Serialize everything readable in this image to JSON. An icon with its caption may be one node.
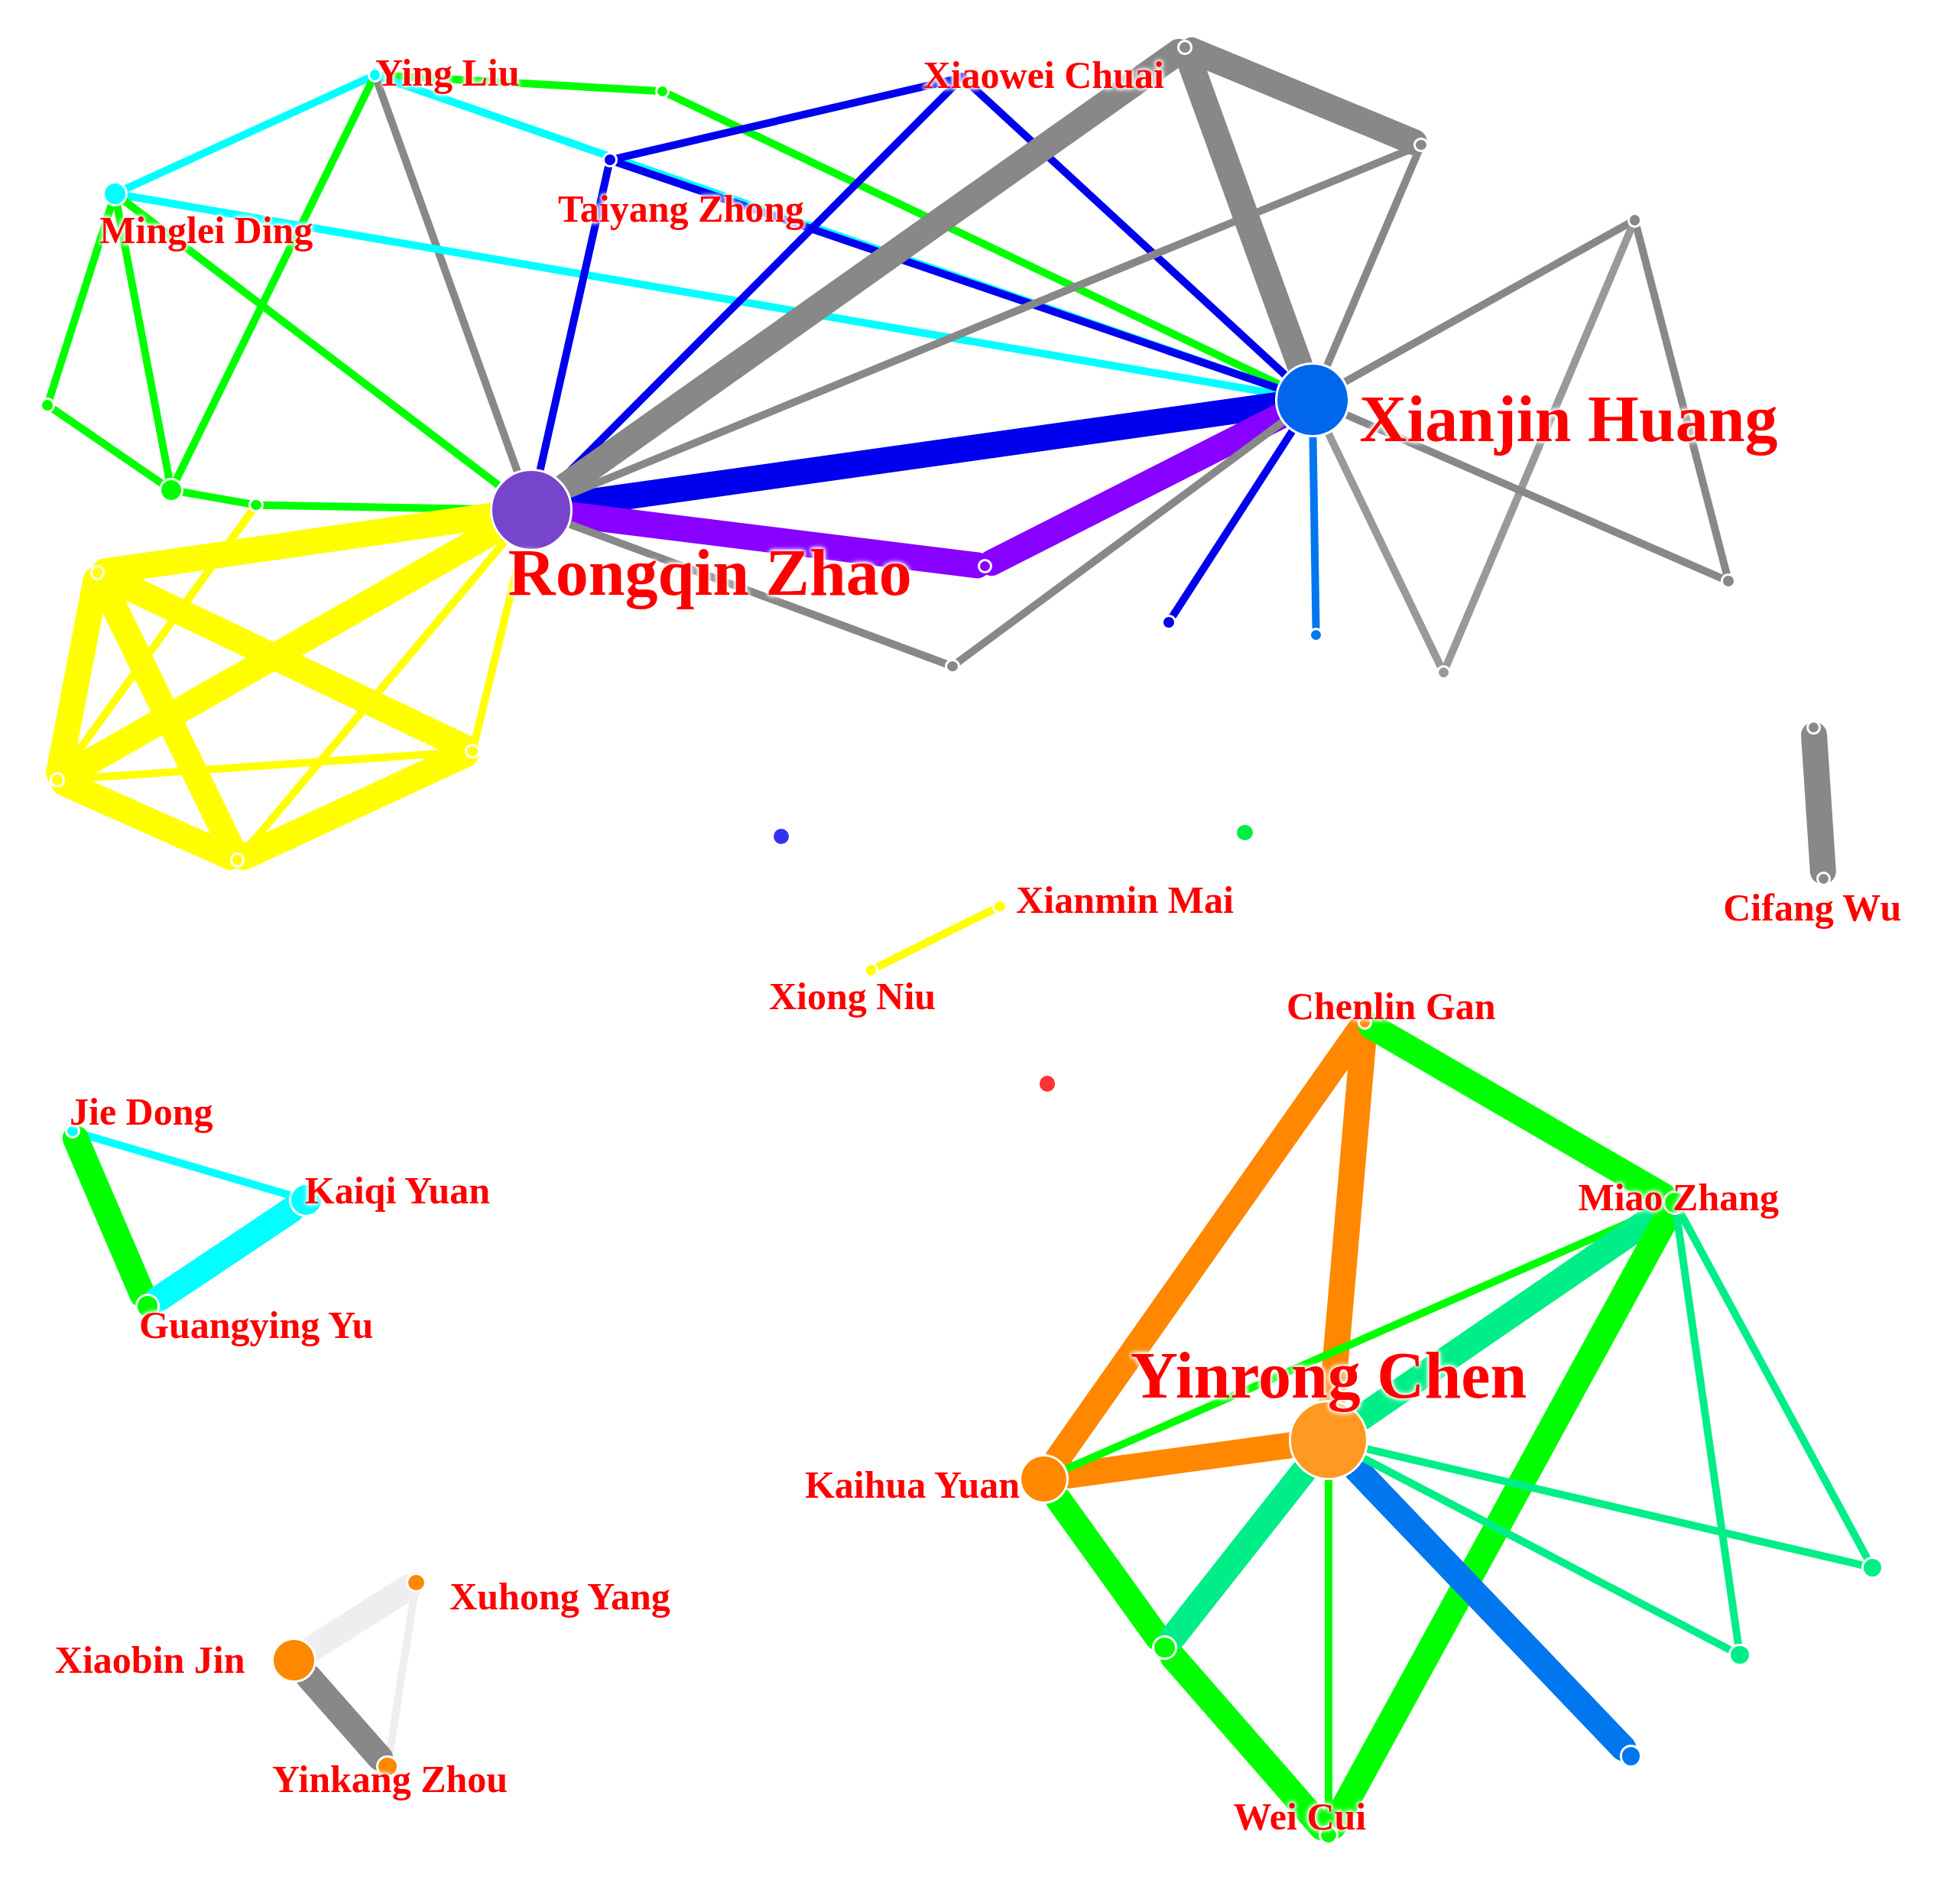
{
  "diagram": {
    "nodes": [
      {
        "text": [
          "Ying Liu"
        ]
      },
      {
        "text": [],
        "shape": "circle"
      },
      {
        "text": [
          "Xiaowei Chuai"
        ]
      },
      {
        "text": [],
        "shape": "circle"
      },
      {
        "text": [],
        "shape": "circle"
      },
      {
        "text": [
          "Taiyang Zhong"
        ]
      },
      {
        "text": [
          "Minglei Ding"
        ]
      },
      {
        "text": [],
        "shape": "circle"
      },
      {
        "text": [],
        "shape": "circle"
      },
      {
        "text": [
          "Xianjin Huang"
        ]
      },
      {
        "text": [],
        "shape": "circle"
      },
      {
        "text": [],
        "shape": "circle"
      },
      {
        "text": [
          "Rongqin Zhao"
        ]
      },
      {
        "text": [],
        "shape": "circle"
      },
      {
        "text": [],
        "shape": "circle"
      },
      {
        "text": [],
        "shape": "circle"
      },
      {
        "text": [],
        "shape": "circle"
      },
      {
        "text": [],
        "shape": "circle"
      },
      {
        "text": [],
        "shape": "circle"
      },
      {
        "text": [],
        "shape": "circle"
      },
      {
        "text": [],
        "shape": "circle"
      },
      {
        "text": [],
        "shape": "circle"
      },
      {
        "text": [],
        "shape": "circle"
      },
      {
        "text": [],
        "shape": "circle"
      },
      {
        "text": [],
        "shape": "circle"
      },
      {
        "text": [],
        "shape": "circle"
      },
      {
        "text": [
          "Cifang Wu"
        ]
      },
      {
        "text": [
          "Xianmin Mai"
        ]
      },
      {
        "text": [
          "Xiong Niu"
        ]
      },
      {
        "text": [
          "Chenlin Gan"
        ]
      },
      {
        "text": [],
        "shape": "circle"
      },
      {
        "text": [
          "Jie Dong"
        ]
      },
      {
        "text": [
          "Kaiqi Yuan"
        ]
      },
      {
        "text": [
          "Miao Zhang"
        ]
      },
      {
        "text": [
          "Guangying Yu"
        ]
      },
      {
        "text": [
          "Yinrong Chen"
        ]
      },
      {
        "text": [
          "Kaihua Yuan"
        ]
      },
      {
        "text": [
          "Xuhong Yang"
        ]
      },
      {
        "text": [],
        "shape": "circle"
      },
      {
        "text": [],
        "shape": "circle"
      },
      {
        "text": [],
        "shape": "circle"
      },
      {
        "text": [
          "Xiaobin Jin"
        ]
      },
      {
        "text": [],
        "shape": "circle"
      },
      {
        "text": [
          "Yinkang Zhou"
        ]
      },
      {
        "text": [
          "Wei Cui"
        ]
      }
    ],
    "edges": [
      {
        "from": 0,
        "to": 6,
        "arrow": "none",
        "color": "#00ffff"
      },
      {
        "from": 0,
        "to": 1,
        "arrow": "none",
        "color": "#00ff00"
      },
      {
        "from": 1,
        "to": 9,
        "arrow": "none",
        "color": "#00ff00"
      },
      {
        "from": 0,
        "to": 9,
        "arrow": "none",
        "color": "#00ffff"
      },
      {
        "from": 0,
        "to": 12,
        "arrow": "none",
        "color": "#888888"
      },
      {
        "from": 0,
        "to": 10,
        "arrow": "none",
        "color": "#00ff00"
      },
      {
        "from": 6,
        "to": 9,
        "arrow": "none",
        "color": "#00ffff"
      },
      {
        "from": 6,
        "to": 8,
        "arrow": "none",
        "color": "#00ff00"
      },
      {
        "from": 6,
        "to": 10,
        "arrow": "none",
        "color": "#00ff00"
      },
      {
        "from": 6,
        "to": 12,
        "arrow": "none",
        "color": "#00ff00"
      },
      {
        "from": 8,
        "to": 10,
        "arrow": "none",
        "color": "#00ff00"
      },
      {
        "from": 10,
        "to": 11,
        "arrow": "none",
        "color": "#00ff00"
      },
      {
        "from": 11,
        "to": 12,
        "arrow": "none",
        "color": "#00ff00"
      },
      {
        "from": 5,
        "to": 2,
        "arrow": "none",
        "color": "#0000ee"
      },
      {
        "from": 5,
        "to": 12,
        "arrow": "none",
        "color": "#0000ee"
      },
      {
        "from": 5,
        "to": 9,
        "arrow": "none",
        "color": "#0000ee"
      },
      {
        "from": 2,
        "to": 12,
        "arrow": "none",
        "color": "#0000ee"
      },
      {
        "from": 2,
        "to": 9,
        "arrow": "none",
        "color": "#0000ee"
      },
      {
        "from": 12,
        "to": 9,
        "arrow": "none",
        "style": "thick",
        "color": "#0000ee"
      },
      {
        "from": 12,
        "to": 3,
        "arrow": "none",
        "style": "thick",
        "color": "#888888"
      },
      {
        "from": 12,
        "to": 4,
        "arrow": "none",
        "color": "#888888"
      },
      {
        "from": 12,
        "to": 13,
        "arrow": "none",
        "style": "thick",
        "color": "#8800ff"
      },
      {
        "from": 13,
        "to": 9,
        "arrow": "none",
        "style": "thick",
        "color": "#8800ff"
      },
      {
        "from": 12,
        "to": 18,
        "arrow": "none",
        "color": "#888888"
      },
      {
        "from": 18,
        "to": 9,
        "arrow": "none",
        "color": "#888888"
      },
      {
        "from": 3,
        "to": 9,
        "arrow": "none",
        "style": "thick",
        "color": "#888888"
      },
      {
        "from": 3,
        "to": 4,
        "arrow": "none",
        "style": "thick",
        "color": "#888888"
      },
      {
        "from": 4,
        "to": 9,
        "arrow": "none",
        "color": "#888888"
      },
      {
        "from": 9,
        "to": 7,
        "arrow": "none",
        "color": "#888888"
      },
      {
        "from": 7,
        "to": 15,
        "arrow": "none",
        "color": "#888888"
      },
      {
        "from": 7,
        "to": 19,
        "arrow": "none",
        "color": "#999999"
      },
      {
        "from": 9,
        "to": 15,
        "arrow": "none",
        "color": "#888888"
      },
      {
        "from": 9,
        "to": 19,
        "arrow": "none",
        "color": "#999999"
      },
      {
        "from": 9,
        "to": 16,
        "arrow": "none",
        "color": "#0000ee"
      },
      {
        "from": 9,
        "to": 17,
        "arrow": "none",
        "color": "#0077ee"
      },
      {
        "from": 12,
        "to": 14,
        "arrow": "none",
        "style": "thick",
        "color": "#ffff00"
      },
      {
        "from": 12,
        "to": 20,
        "arrow": "none",
        "color": "#ffff00"
      },
      {
        "from": 12,
        "to": 21,
        "arrow": "none",
        "style": "thick",
        "color": "#ffff00"
      },
      {
        "from": 12,
        "to": 22,
        "arrow": "none",
        "color": "#ffff00"
      },
      {
        "from": 11,
        "to": 21,
        "arrow": "none",
        "color": "#ffff00"
      },
      {
        "from": 14,
        "to": 20,
        "arrow": "none",
        "style": "thick",
        "color": "#ffff00"
      },
      {
        "from": 14,
        "to": 21,
        "arrow": "none",
        "style": "thick",
        "color": "#ffff00"
      },
      {
        "from": 14,
        "to": 22,
        "arrow": "none",
        "style": "thick",
        "color": "#ffff00"
      },
      {
        "from": 20,
        "to": 21,
        "arrow": "none",
        "color": "#ffff00"
      },
      {
        "from": 20,
        "to": 22,
        "arrow": "none",
        "style": "thick",
        "color": "#ffff00"
      },
      {
        "from": 21,
        "to": 22,
        "arrow": "none",
        "style": "thick",
        "color": "#ffff00"
      },
      {
        "from": 23,
        "to": 26,
        "arrow": "none",
        "style": "thick",
        "color": "#888888"
      },
      {
        "from": 27,
        "to": 28,
        "arrow": "none",
        "color": "#ffff00"
      },
      {
        "from": 29,
        "to": 36,
        "arrow": "none",
        "style": "thick",
        "color": "#ff8800"
      },
      {
        "from": 29,
        "to": 35,
        "arrow": "none",
        "style": "thick",
        "color": "#ff8800"
      },
      {
        "from": 29,
        "to": 33,
        "arrow": "none",
        "style": "thick",
        "color": "#00ff00"
      },
      {
        "from": 36,
        "to": 35,
        "arrow": "none",
        "style": "thick",
        "color": "#ff8800"
      },
      {
        "from": 36,
        "to": 33,
        "arrow": "none",
        "color": "#00ff00"
      },
      {
        "from": 35,
        "to": 33,
        "arrow": "none",
        "style": "thick",
        "color": "#00ee88"
      },
      {
        "from": 36,
        "to": 39,
        "arrow": "none",
        "style": "thick",
        "color": "#00ff00"
      },
      {
        "from": 39,
        "to": 44,
        "arrow": "none",
        "style": "thick",
        "color": "#00ff00"
      },
      {
        "from": 39,
        "to": 35,
        "arrow": "none",
        "style": "thick",
        "color": "#00ee88"
      },
      {
        "from": 35,
        "to": 44,
        "arrow": "none",
        "color": "#00ff00"
      },
      {
        "from": 33,
        "to": 44,
        "arrow": "none",
        "style": "thick",
        "color": "#00ff00"
      },
      {
        "from": 35,
        "to": 42,
        "arrow": "none",
        "style": "thick",
        "color": "#0077ee"
      },
      {
        "from": 35,
        "to": 38,
        "arrow": "none",
        "color": "#00ee88"
      },
      {
        "from": 35,
        "to": 40,
        "arrow": "none",
        "color": "#00ee88"
      },
      {
        "from": 33,
        "to": 38,
        "arrow": "none",
        "color": "#00ee88"
      },
      {
        "from": 33,
        "to": 40,
        "arrow": "none",
        "color": "#00ee88"
      },
      {
        "from": 31,
        "to": 32,
        "arrow": "none",
        "color": "#00ffff"
      },
      {
        "from": 31,
        "to": 34,
        "arrow": "none",
        "style": "thick",
        "color": "#00ff00"
      },
      {
        "from": 32,
        "to": 34,
        "arrow": "none",
        "style": "thick",
        "color": "#00ffff"
      },
      {
        "from": 41,
        "to": 37,
        "arrow": "none",
        "style": "thick",
        "color": "#eeeeee"
      },
      {
        "from": 37,
        "to": 43,
        "arrow": "none",
        "color": "#eeeeee"
      },
      {
        "from": 41,
        "to": 43,
        "arrow": "none",
        "style": "thick",
        "color": "#888888"
      }
    ]
  }
}
